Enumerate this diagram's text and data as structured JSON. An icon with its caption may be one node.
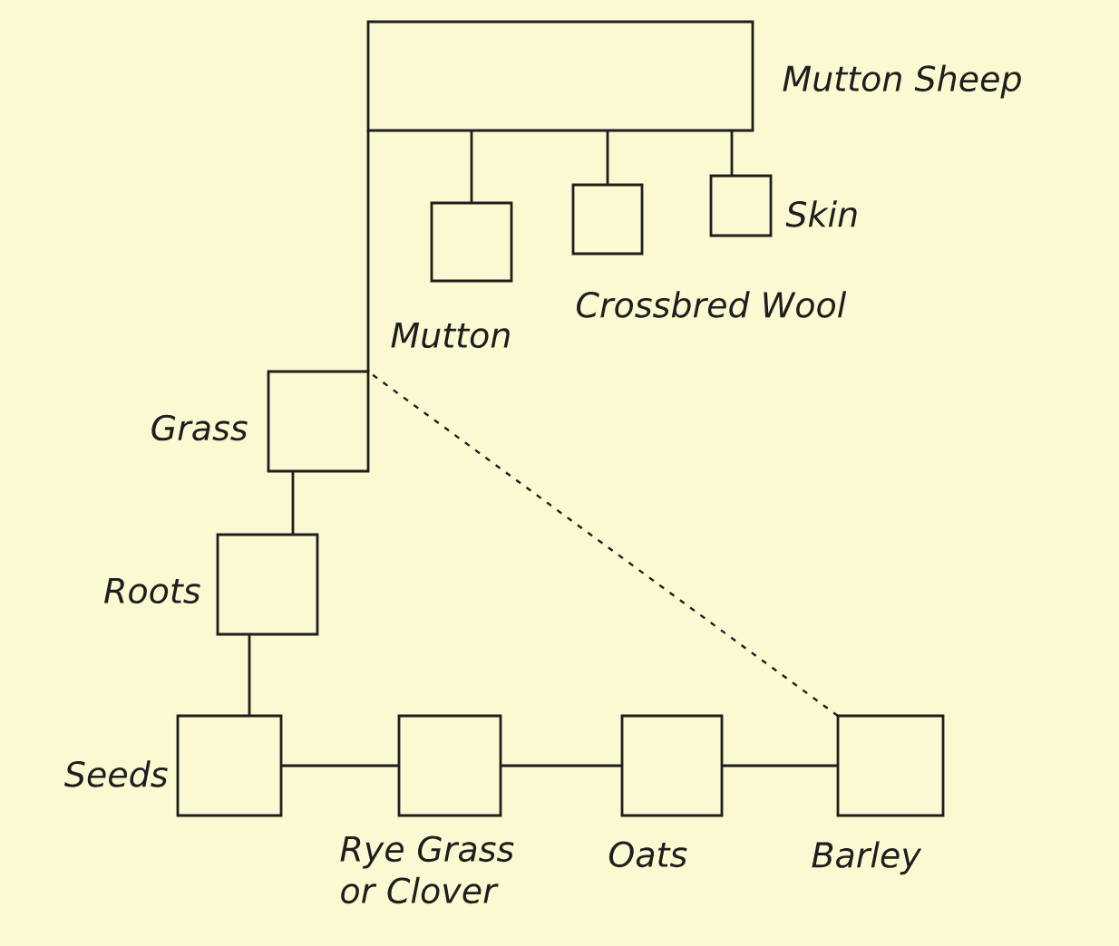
{
  "diagram": {
    "nodes": [
      {
        "text": [
          "Mutton Sheep"
        ]
      },
      {
        "text": [
          "Mutton"
        ]
      },
      {
        "text": [
          "Crossbred Wool"
        ]
      },
      {
        "text": [
          "Skin"
        ]
      },
      {
        "text": [
          "Grass"
        ]
      },
      {
        "text": [
          "Roots"
        ]
      },
      {
        "text": [
          "Seeds"
        ]
      },
      {
        "text": [
          "Rye Grass or Clover"
        ]
      },
      {
        "text": [
          "Oats"
        ]
      },
      {
        "text": [
          "Barley"
        ]
      }
    ],
    "edges": [
      {
        "from": 0,
        "to": 1,
        "arrow": "none"
      },
      {
        "from": 0,
        "to": 2,
        "arrow": "none"
      },
      {
        "from": 0,
        "to": 3,
        "arrow": "none"
      },
      {
        "from": 4,
        "to": 0,
        "arrow": "none"
      },
      {
        "from": 4,
        "to": 5,
        "arrow": "none"
      },
      {
        "from": 5,
        "to": 6,
        "arrow": "none"
      },
      {
        "from": 6,
        "to": 7,
        "arrow": "none"
      },
      {
        "from": 7,
        "to": 8,
        "arrow": "none"
      },
      {
        "from": 8,
        "to": 9,
        "arrow": "none"
      },
      {
        "from": 9,
        "to": 4,
        "arrow": "none",
        "style": "dashed"
      }
    ]
  }
}
